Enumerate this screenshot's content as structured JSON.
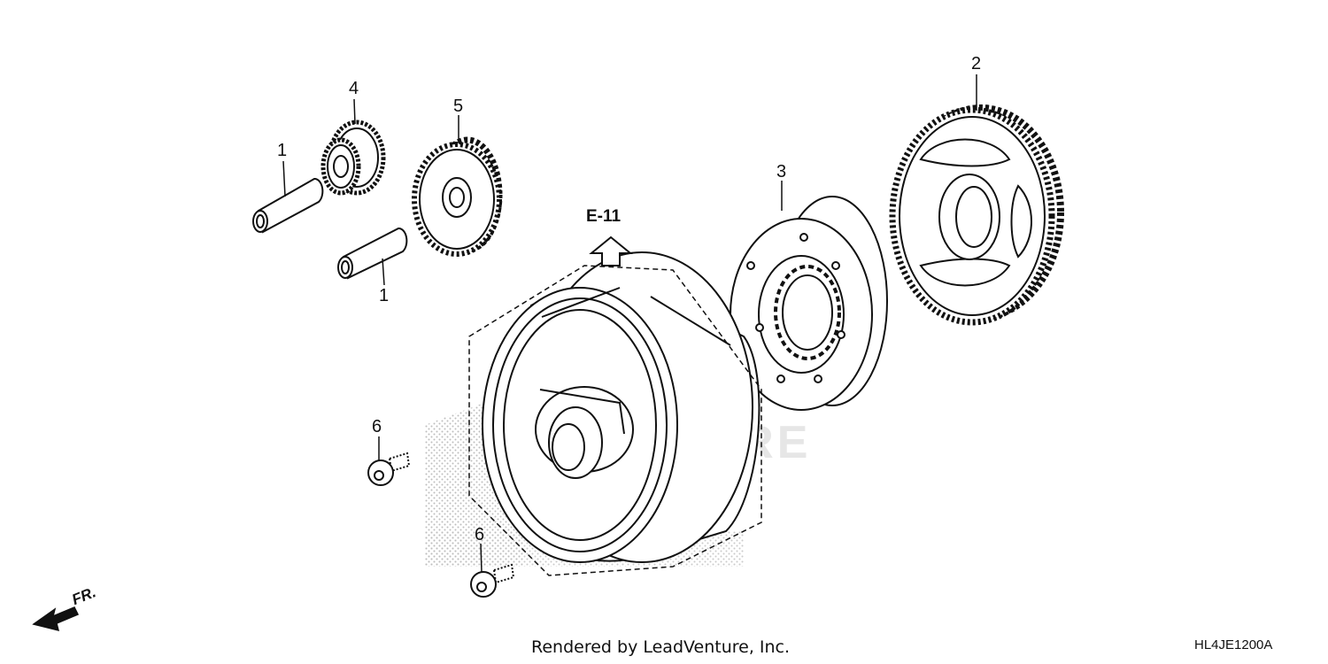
{
  "callouts": {
    "c1a": "1",
    "c1b": "1",
    "c2": "2",
    "c3": "3",
    "c4": "4",
    "c5": "5",
    "c6a": "6",
    "c6b": "6"
  },
  "reference": {
    "label": "E-11"
  },
  "direction": {
    "label": "FR."
  },
  "watermark": {
    "text": "VENTURE"
  },
  "footer": {
    "credit": "Rendered by LeadVenture, Inc.",
    "diagram_code": "HL4JE1200A"
  },
  "icons": {
    "reference_arrow": "up-arrow-outline-icon",
    "front_arrow": "front-direction-arrow-icon"
  },
  "colors": {
    "line": "#111111",
    "stipple": "#bdbdbd",
    "watermark": "#e6e6e6"
  }
}
